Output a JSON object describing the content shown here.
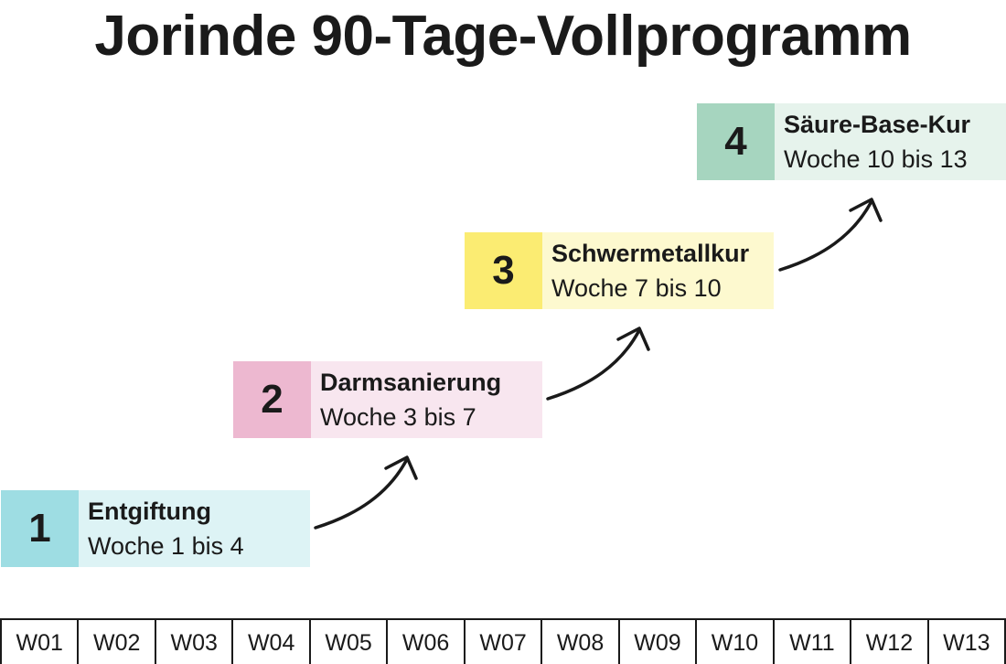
{
  "title": "Jorinde 90-Tage-Vollprogramm",
  "phases": [
    {
      "number": "1",
      "name": "Entgiftung",
      "range": "Woche 1 bis 4",
      "color_dark": "#9edde3",
      "color_light": "#ddf3f5"
    },
    {
      "number": "2",
      "name": "Darmsanierung",
      "range": "Woche 3 bis 7",
      "color_dark": "#edb8d0",
      "color_light": "#f8e6ef"
    },
    {
      "number": "3",
      "name": "Schwermetallkur",
      "range": "Woche 7 bis 10",
      "color_dark": "#fbec72",
      "color_light": "#fdf9cf"
    },
    {
      "number": "4",
      "name": "Säure-Base-Kur",
      "range": "Woche 10 bis 13",
      "color_dark": "#a6d5bf",
      "color_light": "#e6f3ec"
    }
  ],
  "weeks": [
    "W01",
    "W02",
    "W03",
    "W04",
    "W05",
    "W06",
    "W07",
    "W08",
    "W09",
    "W10",
    "W11",
    "W12",
    "W13"
  ],
  "colors": {
    "text": "#1a1a1a",
    "background": "#ffffff"
  }
}
